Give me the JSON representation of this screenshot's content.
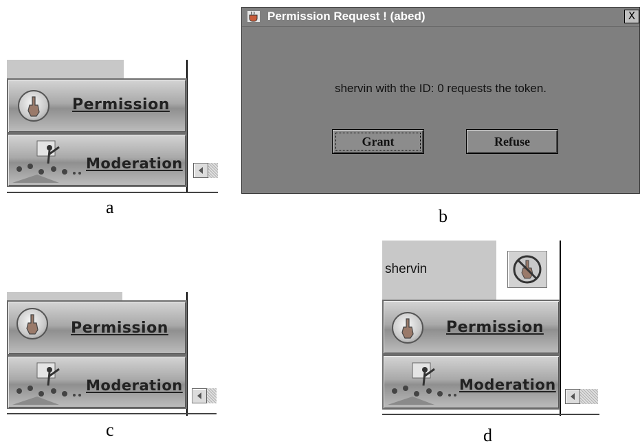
{
  "captions": {
    "a": "a",
    "b": "b",
    "c": "c",
    "d": "d"
  },
  "toolbar": {
    "permission_label": "Permission",
    "moderation_label": "Moderation"
  },
  "panel_d": {
    "user_name": "shervin"
  },
  "dialog": {
    "title": "Permission Request ! (abed)",
    "close_label": "X",
    "message": "shervin with the ID: 0 requests the token.",
    "grant_label": "Grant",
    "refuse_label": "Refuse"
  },
  "icons": {
    "permission": "raised-hand-icon",
    "moderation": "presenter-audience-icon",
    "no_permission": "no-hand-icon",
    "scroll": "scroll-left-arrow-icon",
    "app": "java-cup-icon"
  }
}
